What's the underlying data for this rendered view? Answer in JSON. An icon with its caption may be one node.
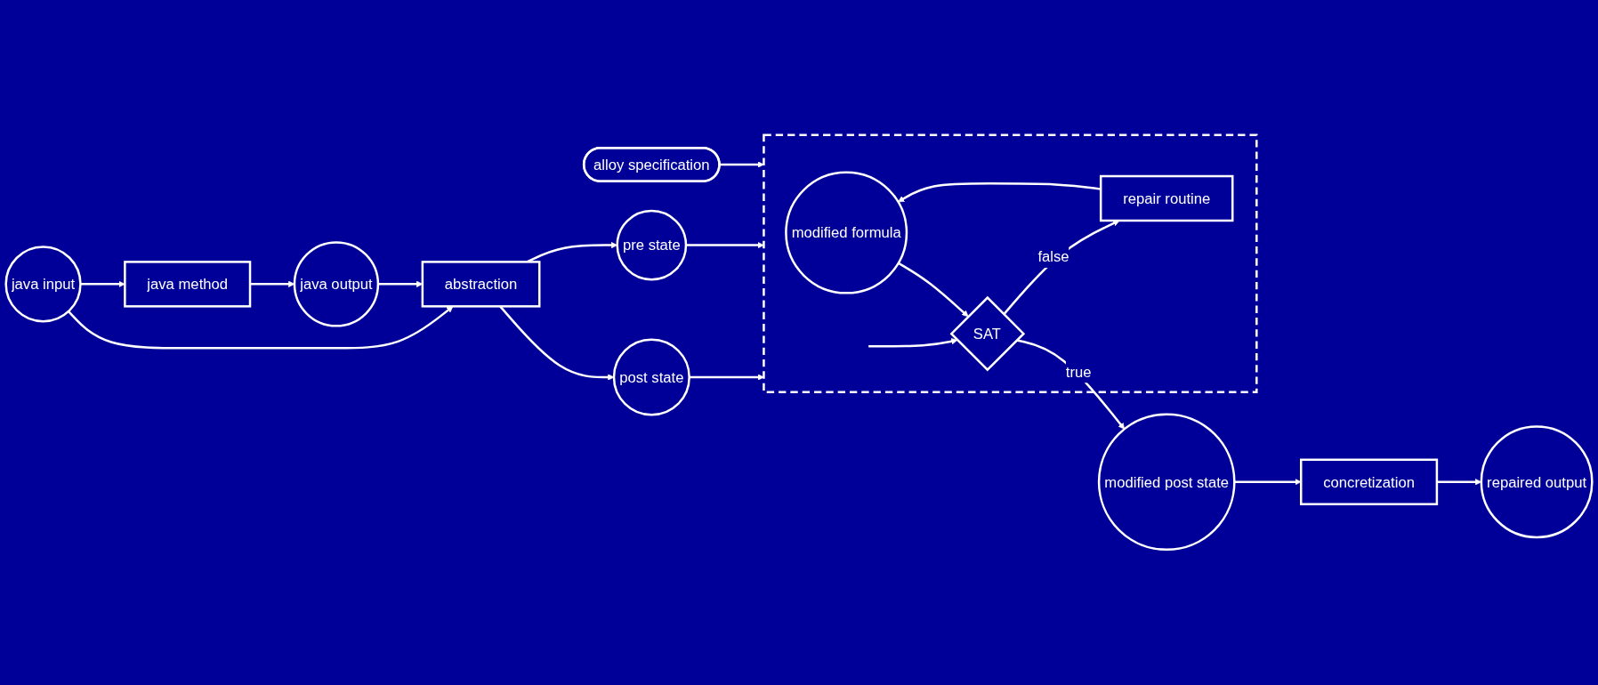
{
  "diagram": {
    "nodes": [
      {
        "text": [
          "java method"
        ]
      },
      {
        "text": [
          "java input"
        ]
      },
      {
        "text": [
          "java output"
        ]
      },
      {
        "text": [
          "abstraction"
        ]
      },
      {
        "text": [
          "alloy specification"
        ]
      },
      {
        "text": [
          "pre state"
        ]
      },
      {
        "text": [
          "post state"
        ]
      },
      {
        "text": [],
        "shape": "box"
      },
      {
        "text": [
          "modified formula"
        ],
        "in": 7
      },
      {
        "text": [
          "repair routine"
        ],
        "in": 7
      },
      {
        "text": [
          "SAT"
        ],
        "in": 7
      },
      {
        "text": [
          "repaired output"
        ]
      },
      {
        "text": [
          "concretization"
        ]
      },
      {
        "text": [
          "modified post state"
        ]
      }
    ],
    "edges": [
      {
        "from": 1,
        "to": 0,
        "arrow": "to"
      },
      {
        "from": 0,
        "to": 2,
        "arrow": "to"
      },
      {
        "from": 1,
        "to": 3,
        "arrow": "to"
      },
      {
        "from": 2,
        "to": 3,
        "arrow": "to"
      },
      {
        "from": 3,
        "to": 5,
        "arrow": "to"
      },
      {
        "from": 3,
        "to": 6,
        "arrow": "to"
      },
      {
        "from": 6,
        "to": 7,
        "arrow": "to"
      },
      {
        "from": 5,
        "to": 7,
        "arrow": "to"
      },
      {
        "from": 4,
        "to": 7,
        "arrow": "to"
      },
      {
        "from": null,
        "to": 10,
        "arrow": "to"
      },
      {
        "from": 10,
        "to": 9,
        "arrow": "to",
        "label": "false"
      },
      {
        "from": 9,
        "to": 8,
        "arrow": "to"
      },
      {
        "from": 8,
        "to": 10,
        "arrow": "to"
      },
      {
        "from": 10,
        "to": 13,
        "arrow": "to",
        "label": "true"
      },
      {
        "from": 13,
        "to": 12,
        "arrow": "to"
      },
      {
        "from": 12,
        "to": 11,
        "arrow": "to"
      }
    ]
  }
}
